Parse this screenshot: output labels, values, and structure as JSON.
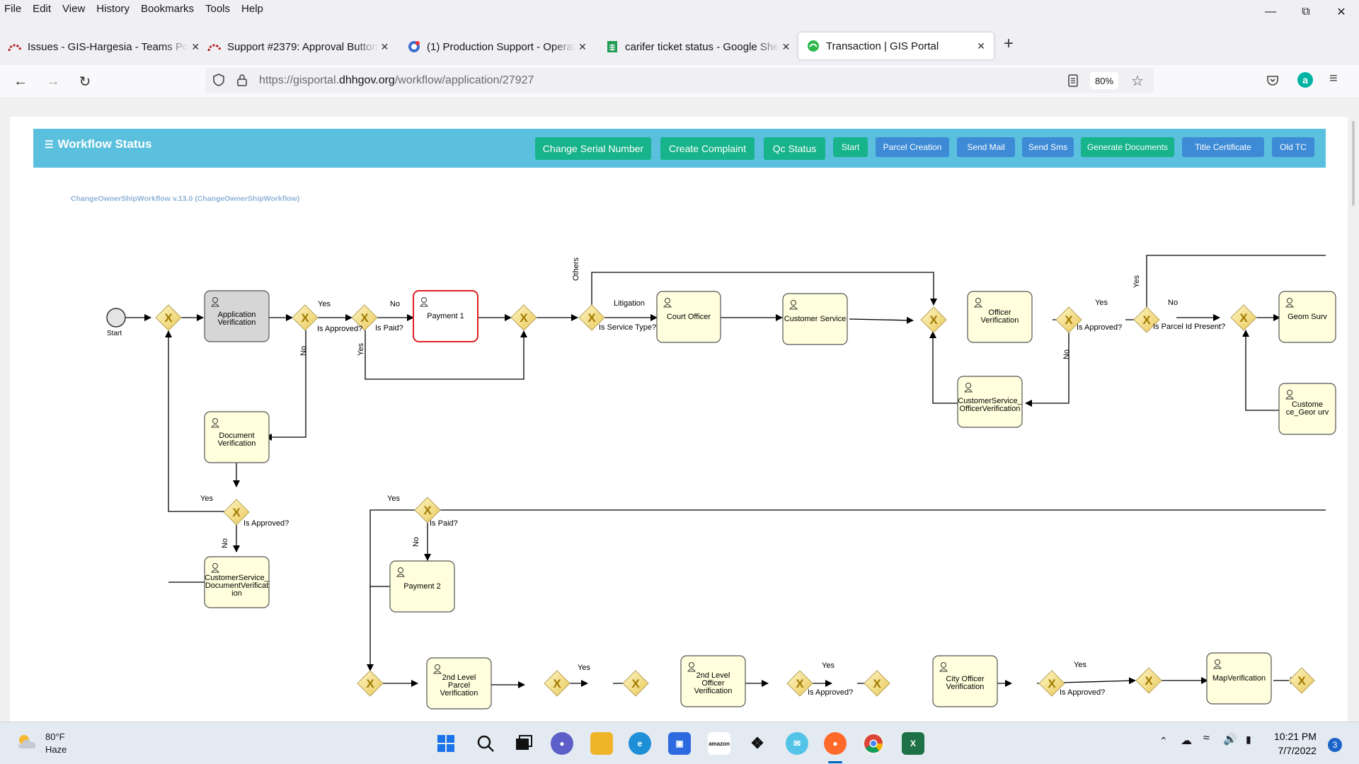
{
  "menu": [
    "File",
    "Edit",
    "View",
    "History",
    "Bookmarks",
    "Tools",
    "Help"
  ],
  "tabs": [
    {
      "label": "Issues - GIS-Hargesia - Teams Po",
      "icon": "redmine-icon",
      "color": "#b32024"
    },
    {
      "label": "Support #2379: Approval Button",
      "icon": "redmine-icon",
      "color": "#b32024"
    },
    {
      "label": "(1) Production Support - Operat",
      "icon": "chat-icon",
      "color": "#3b6fd1"
    },
    {
      "label": "carifer ticket status - Google She",
      "icon": "sheets-icon",
      "color": "#1f9d55"
    },
    {
      "label": "Transaction | GIS Portal",
      "icon": "gis-portal-icon",
      "color": "#2eb84b",
      "active": true
    }
  ],
  "url": {
    "prefix": "https://gisportal.",
    "domain": "dhhgov.org",
    "path": "/workflow/application/27927"
  },
  "zoom": "80%",
  "workflow": {
    "title": "Workflow Status",
    "name": "ChangeOwnerShipWorkflow v.13.0 (ChangeOwnerShipWorkflow)",
    "buttons_big": [
      "Change Serial Number",
      "Create Complaint",
      "Qc Status"
    ],
    "buttons_small": [
      "Start",
      "Parcel Creation",
      "Send Mail",
      "Send Sms",
      "Generate Documents",
      "Title Certificate",
      "Old TC"
    ]
  },
  "diagram": {
    "start": "Start",
    "tasks": {
      "app_verif": "Application Verification",
      "doc_verif": "Document Verification",
      "cs_doc": "CustomerService_DocumentVerification",
      "payment1": "Payment 1",
      "court": "Court Officer",
      "customer_service": "Customer Service",
      "officer_verif": "Officer Verification",
      "cs_officer": "CustomerService_OfficerVerification",
      "geom": "Geom Surv",
      "cs_geom": "Custome ce_Geor urv",
      "payment2": "Payment 2",
      "second_parcel": "2nd Level Parcel Verification",
      "second_officer": "2nd Level Officer Verification",
      "city_officer": "City Officer Verification",
      "map_verif": "MapVerification"
    },
    "labels": {
      "yes": "Yes",
      "no": "No",
      "is_approved": "Is Approved?",
      "is_paid": "Is Paid?",
      "others": "Others",
      "litigation": "Litigation",
      "is_service_type": "Is Service Type?",
      "is_parcel_id_present": "Is Parcel Id Present?",
      "is_approved_cut": "Is Approved?"
    }
  },
  "taskbar": {
    "temp": "80°F",
    "weather": "Haze",
    "time": "10:21 PM",
    "date": "7/7/2022",
    "badge": "3"
  }
}
